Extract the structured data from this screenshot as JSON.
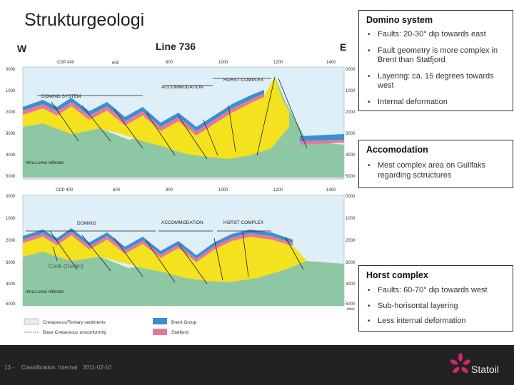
{
  "slide": {
    "title": "Strukturgeologi",
    "footer": {
      "page": "13 -",
      "classification": "Classification: Internal",
      "date": "2011-02-10",
      "logo_text": "Statoil"
    }
  },
  "figure": {
    "line_label": "Line 736",
    "west": "W",
    "east": "E",
    "top_section": {
      "cdp_labels": [
        "CDP 400",
        "600",
        "800",
        "1000",
        "1200",
        "1400"
      ],
      "depth_left": [
        "0000",
        "1000",
        "2000",
        "3000",
        "4000",
        "5000"
      ],
      "depth_right": [
        "0000",
        "1000",
        "2000",
        "3000",
        "4000",
        "5000"
      ],
      "labels": {
        "horst": "HORST COMPLEX",
        "accommodation": "ACCOMMODATION",
        "domino": "DOMINO SYSTEM",
        "intra": "Intra-Lomvi reflector"
      }
    },
    "bottom_section": {
      "cdp_labels": [
        "CDP 400",
        "600",
        "800",
        "1000",
        "1200",
        "1400"
      ],
      "depth_left": [
        "0000",
        "1000",
        "2000",
        "3000",
        "4000",
        "5000"
      ],
      "depth_right": [
        "0000",
        "1000",
        "2000",
        "3000",
        "4000",
        "5000"
      ],
      "labels": {
        "domino": "DOMINO",
        "accommodation": "ACCOMMODATION",
        "horst": "HORST COMPLEX",
        "cook": "Cook (Dunlin)",
        "intra": "Intra-Lomvi reflector"
      },
      "unit": "mbsl"
    },
    "legend": {
      "cretaceous": "Cretaceous/Tertiary sediments",
      "base_cretaceous": "Base Cretaceous unconformity",
      "brent": "Brent Group",
      "statfjord": "Statfjord"
    }
  },
  "boxes": [
    {
      "title": "Domino system",
      "bullets": [
        "Faults: 20-30° dip towards east",
        "Fault geometry is more complex in Brent than Statfjord",
        "Layering: ca. 15 degrees towards west",
        "Internal deformation"
      ]
    },
    {
      "title": "Accomodation",
      "bullets": [
        "Mest complex area on Gullfaks regarding sctructures"
      ]
    },
    {
      "title": "Horst complex",
      "bullets": [
        "Faults: 60-70° dip towards west",
        "Sub-horisontal layering",
        "Less internal deformation"
      ]
    }
  ],
  "colors": {
    "sea": "#dfeff7",
    "yellow": "#f3e21d",
    "green": "#8ec7a4",
    "brent": "#3a8fd2",
    "statfjord": "#e6789a",
    "footer": "#222222"
  }
}
